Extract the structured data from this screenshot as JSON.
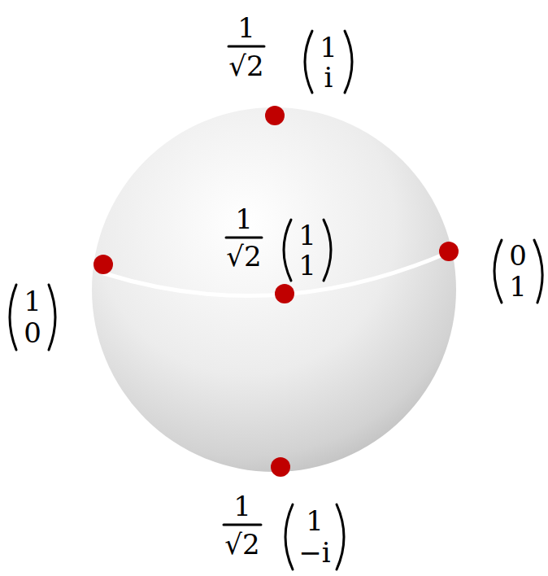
{
  "diagram": {
    "labels": [
      "1",
      "√2",
      "1",
      "i",
      "1",
      "√2",
      "1",
      "1",
      "0",
      "1",
      "1",
      "0",
      "1",
      "√2",
      "1",
      "−i"
    ]
  }
}
